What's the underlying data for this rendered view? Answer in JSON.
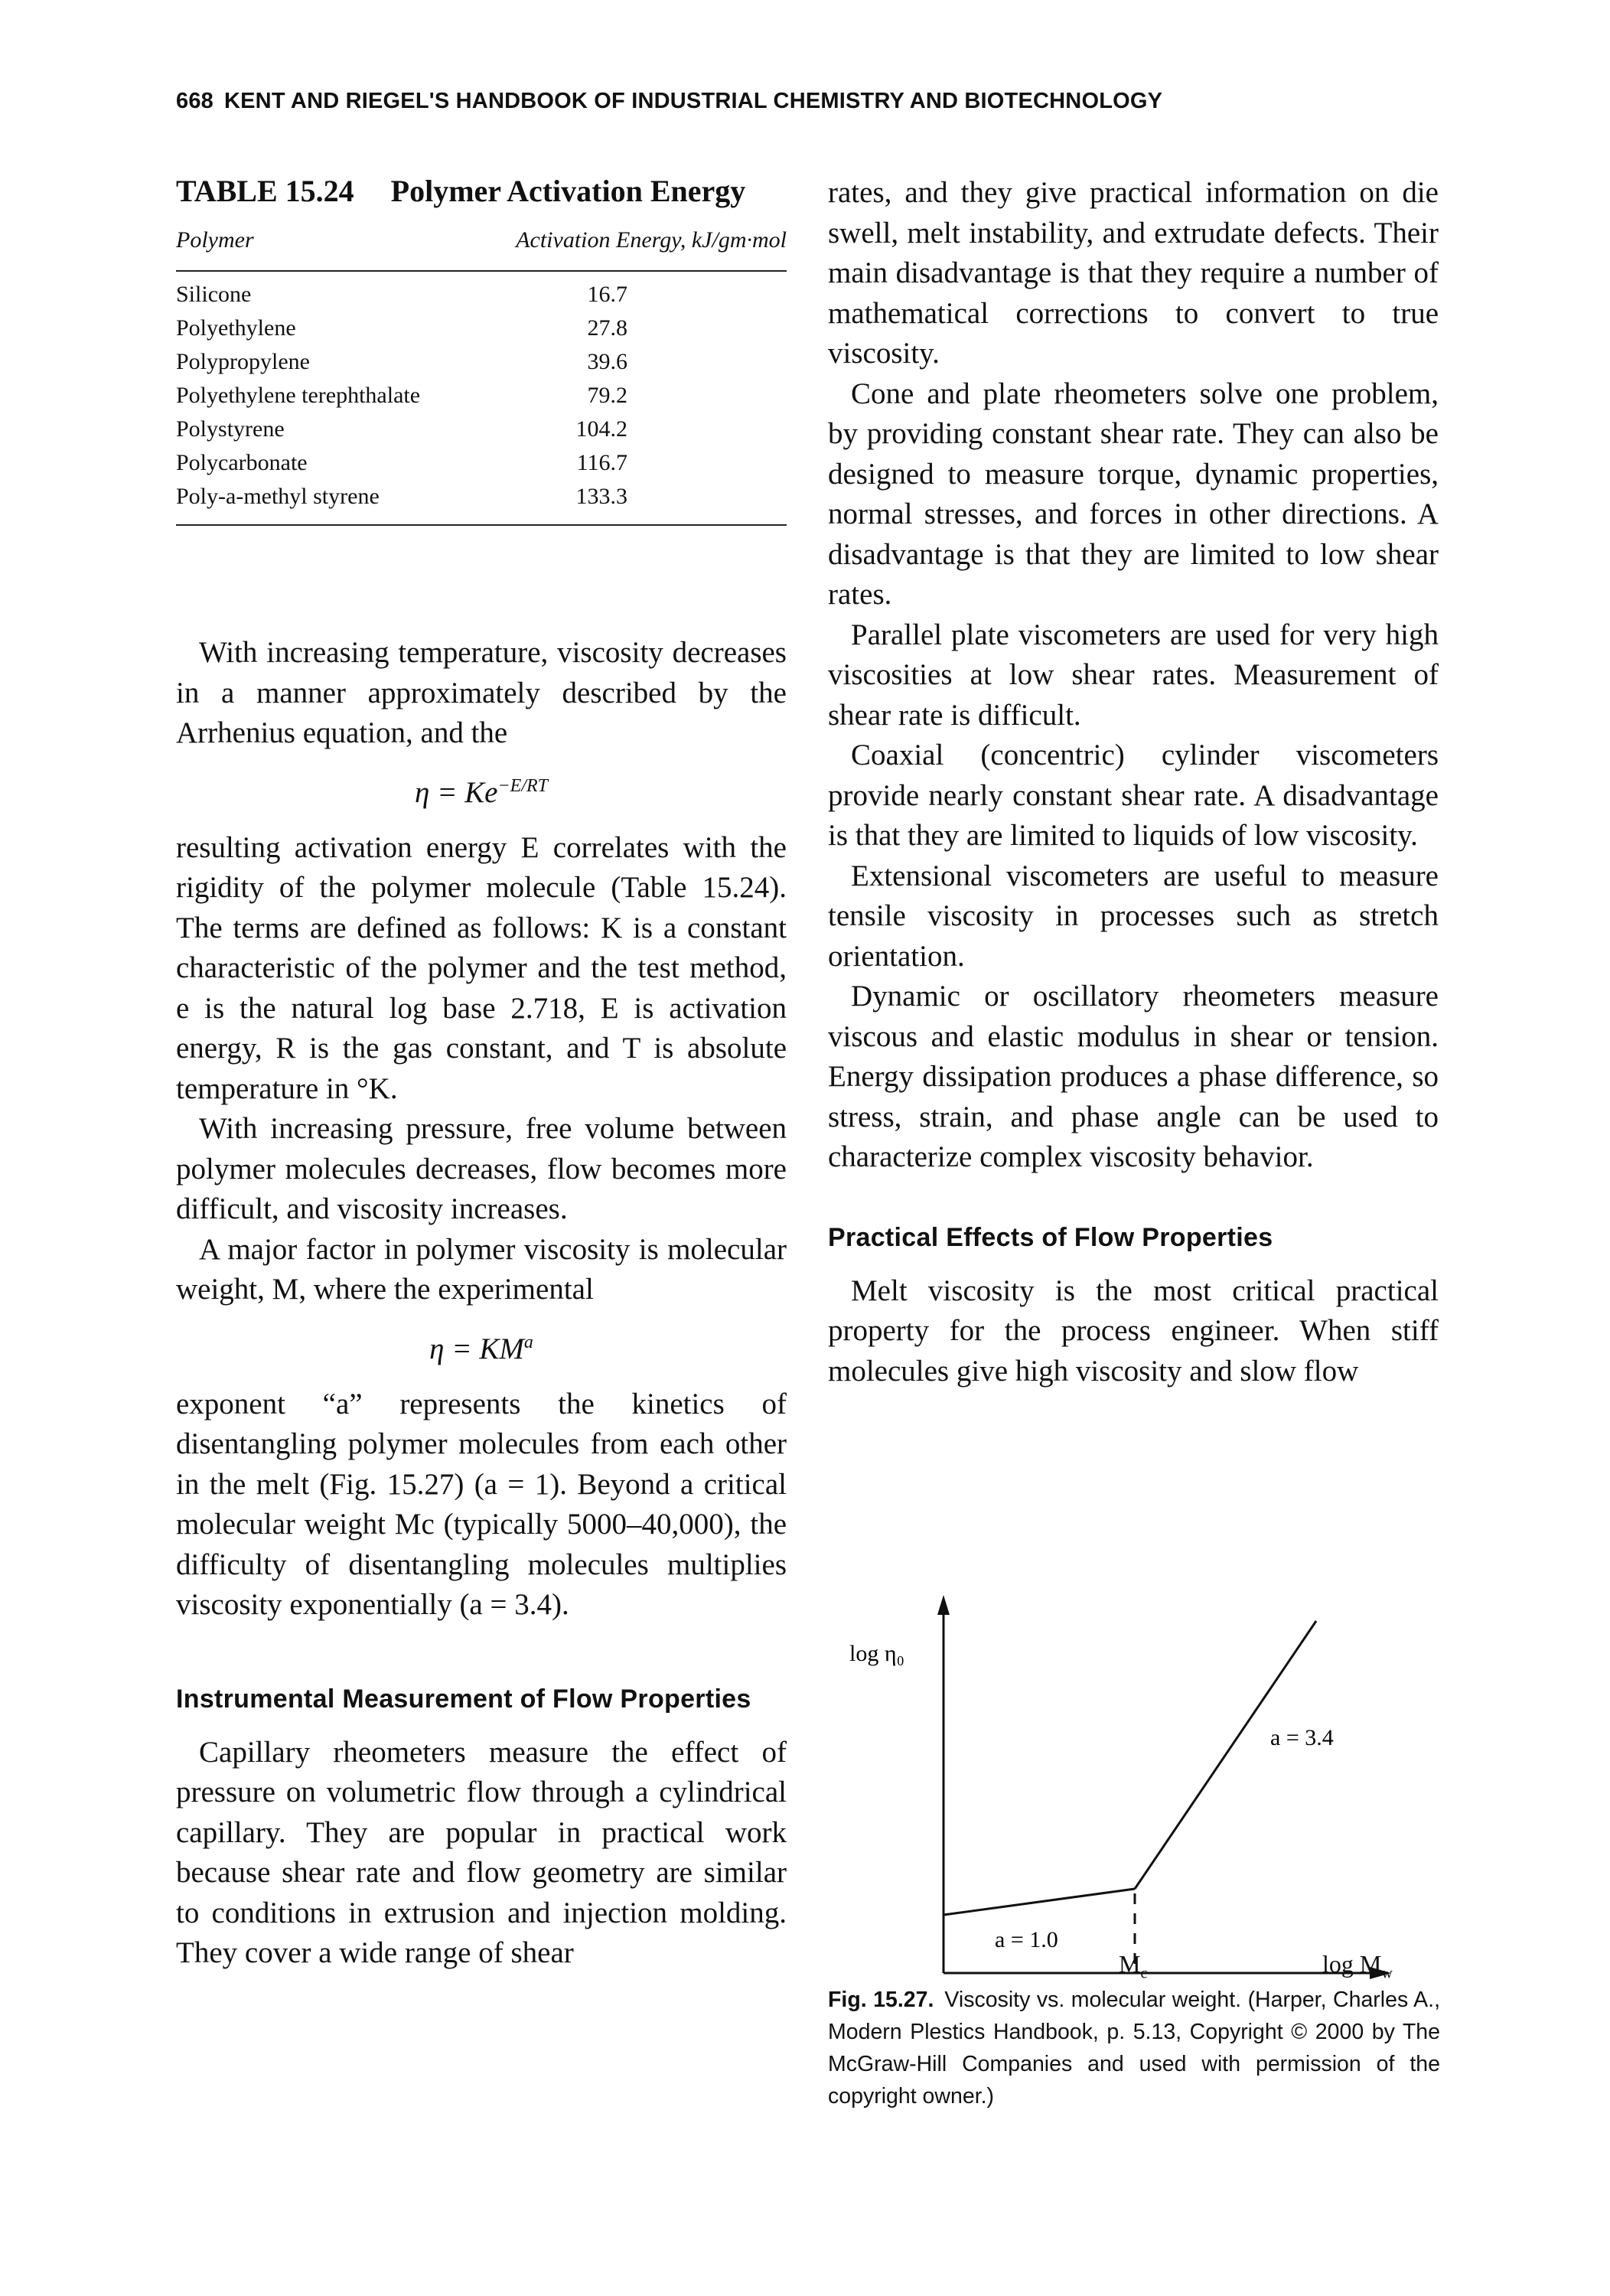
{
  "header": {
    "page_number": "668",
    "title": "KENT AND RIEGEL'S HANDBOOK OF INDUSTRIAL CHEMISTRY AND BIOTECHNOLOGY"
  },
  "table": {
    "label": "TABLE 15.24",
    "title": "Polymer Activation Energy",
    "col_polymer": "Polymer",
    "col_energy": "Activation Energy, kJ/gm·mol",
    "rows": [
      {
        "name": "Silicone",
        "value": "16.7"
      },
      {
        "name": "Polyethylene",
        "value": "27.8"
      },
      {
        "name": "Polypropylene",
        "value": "39.6"
      },
      {
        "name": "Polyethylene terephthalate",
        "value": "79.2"
      },
      {
        "name": "Polystyrene",
        "value": "104.2"
      },
      {
        "name": "Polycarbonate",
        "value": "116.7"
      },
      {
        "name": "Poly-a-methyl styrene",
        "value": "133.3"
      }
    ]
  },
  "left": {
    "p1": "With increasing temperature, viscosity decreases in a manner approximately described by the Arrhenius equation, and the",
    "eq1_base": "η = Ke",
    "eq1_exp": "−E/RT",
    "p2": "resulting activation energy E correlates with the rigidity of the polymer molecule (Table 15.24). The terms are defined as follows: K is a constant characteristic of the polymer and the test method, e is the natural log base 2.718, E is activation energy, R is the gas constant, and T is absolute temperature in °K.",
    "p3": "With increasing pressure, free volume between polymer molecules decreases, flow becomes more difficult, and viscosity increases.",
    "p4": "A major factor in polymer viscosity is molecular weight, M, where the experimental",
    "eq2_base": "η = KM",
    "eq2_exp": "a",
    "p5": "exponent “a” represents the kinetics of disentangling polymer molecules from each other in the melt (Fig. 15.27) (a = 1). Beyond a critical molecular weight Mc (typically 5000–40,000), the difficulty of disentangling molecules multiplies viscosity exponentially (a = 3.4).",
    "heading": "Instrumental Measurement of Flow Properties",
    "p6": "Capillary rheometers measure the effect of pressure on volumetric flow through a cylindrical capillary. They are popular in practical work because shear rate and flow geometry are similar to conditions in extrusion and injection molding. They cover a wide range of shear"
  },
  "right": {
    "p1": "rates, and they give practical information on die swell, melt instability, and extrudate defects. Their main disadvantage is that they require a number of mathematical corrections to convert to true viscosity.",
    "p2": "Cone and plate rheometers solve one problem, by providing constant shear rate. They can also be designed to measure torque, dynamic properties, normal stresses, and forces in other directions. A disadvantage is that they are limited to low shear rates.",
    "p3": "Parallel plate viscometers are used for very high viscosities at low shear rates. Measurement of shear rate is difficult.",
    "p4": "Coaxial (concentric) cylinder viscometers provide nearly constant shear rate. A disadvantage is that they are limited to liquids of low viscosity.",
    "p5": "Extensional viscometers are useful to measure tensile viscosity in processes such as stretch orientation.",
    "p6": "Dynamic or oscillatory rheometers measure viscous and elastic modulus in shear or tension. Energy dissipation produces a phase difference, so stress, strain, and phase angle can be used to characterize complex viscosity behavior.",
    "heading": "Practical Effects of Flow Properties",
    "p7": "Melt viscosity is the most critical practical property for the process engineer. When stiff molecules give high viscosity and slow flow"
  },
  "figure": {
    "y_label": "log η₀",
    "x_label": "log M",
    "x_label_sub": "w",
    "mc_label": "M",
    "mc_sub": "c",
    "slope_low": "a = 1.0",
    "slope_high": "a = 3.4",
    "caption_label": "Fig. 15.27.",
    "caption_text": "Viscosity vs. molecular weight. (Harper, Charles A., Modern Plestics Handbook, p. 5.13, Copyright © 2000 by The McGraw-Hill Companies and used with permission of the copyright owner.)"
  },
  "chart_data": {
    "type": "line",
    "title": "",
    "xlabel": "log M_w",
    "ylabel": "log η_o",
    "series": [
      {
        "name": "a = 1.0",
        "x": [
          0,
          1
        ],
        "y": [
          0.27,
          0.4
        ]
      },
      {
        "name": "a = 3.4",
        "x": [
          1,
          2
        ],
        "y": [
          0.4,
          2.1
        ]
      }
    ],
    "annotations": [
      "a = 1.0",
      "a = 3.4",
      "M_c"
    ]
  }
}
